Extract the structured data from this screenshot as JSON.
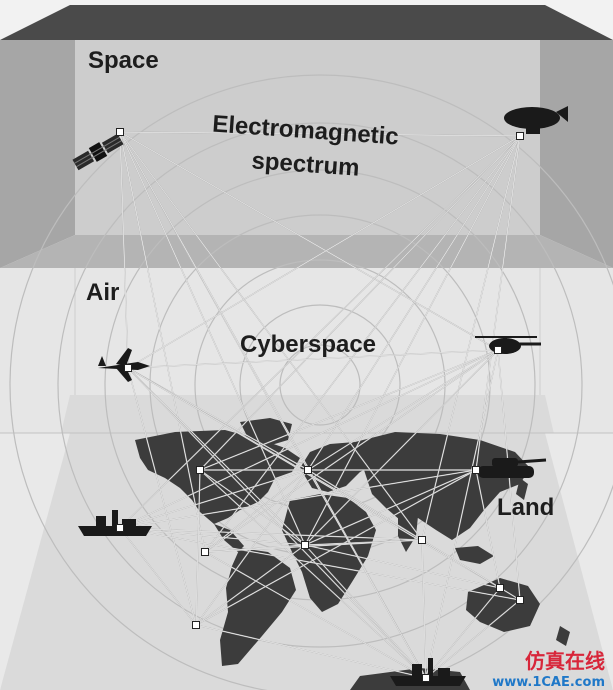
{
  "labels": {
    "space": "Space",
    "em_line1": "Electromagnetic",
    "em_line2": "spectrum",
    "air": "Air",
    "cyberspace": "Cyberspace",
    "land": "Land"
  },
  "watermark": {
    "cn": "仿真在线",
    "url": "www.1CAE.com"
  },
  "colors": {
    "room_top": "#505050",
    "space_back": "#cfcfcf",
    "space_side": "#a9a9a9",
    "air_band": "#e3e3e3",
    "floor": "#dedede",
    "map": "#3e3e3e",
    "link": "#b8b8b8",
    "watermark_red": "#d8263a",
    "watermark_blue": "#1f78c8"
  }
}
